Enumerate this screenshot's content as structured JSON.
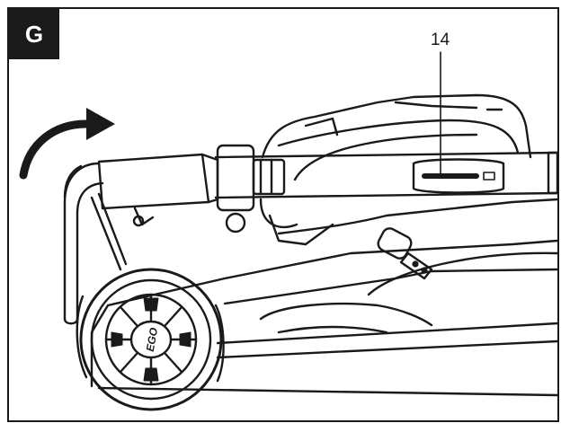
{
  "figure": {
    "badge_label": "G",
    "callout_label": "14",
    "wheel_brand": "EGO"
  },
  "icons": {
    "rotation_arrow": "curved-arrow-clockwise-icon"
  },
  "colors": {
    "line": "#1a1a1a",
    "badge_bg": "#1a1a1a",
    "badge_text": "#ffffff",
    "background": "#ffffff"
  }
}
